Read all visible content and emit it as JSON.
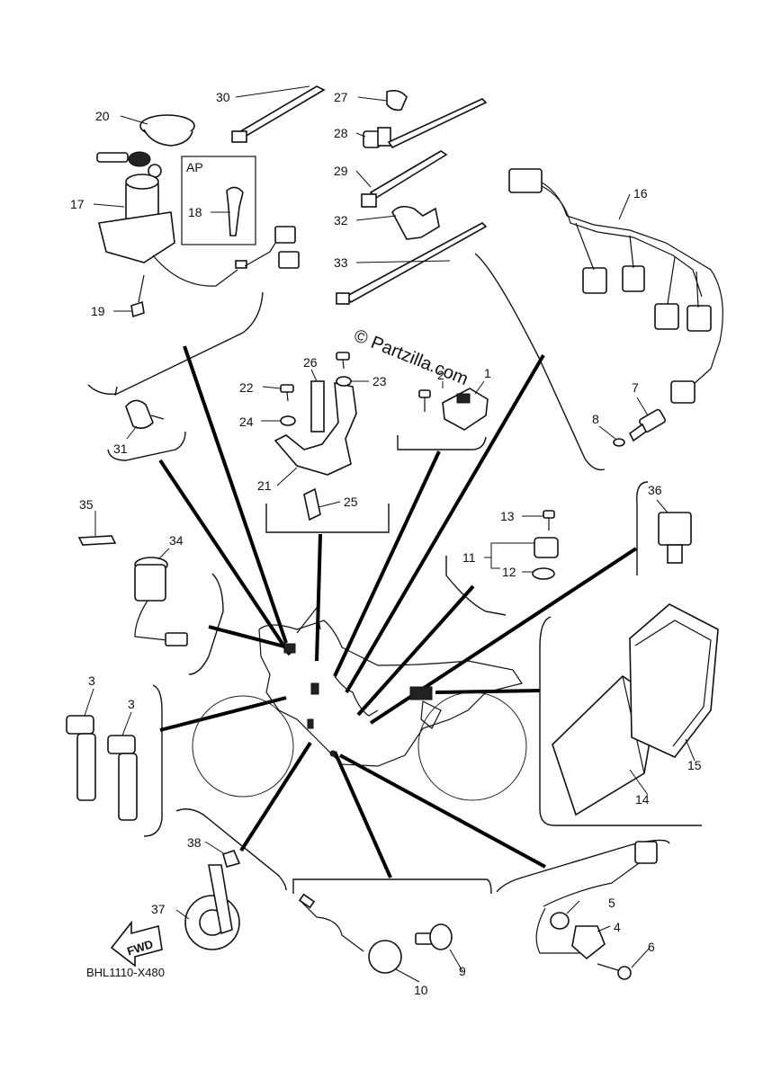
{
  "diagram": {
    "code": "BHL1110-X480",
    "watermark": "© Partzilla.com",
    "ap_box_label": "AP",
    "fwd_label": "FWD",
    "callouts": {
      "c1": "1",
      "c2": "2",
      "c3a": "3",
      "c3b": "3",
      "c4": "4",
      "c5": "5",
      "c6": "6",
      "c7": "7",
      "c8": "8",
      "c9": "9",
      "c10": "10",
      "c11": "11",
      "c12": "12",
      "c13": "13",
      "c14": "14",
      "c15": "15",
      "c16": "16",
      "c17": "17",
      "c18": "18",
      "c19": "19",
      "c20": "20",
      "c21": "21",
      "c22": "22",
      "c23": "23",
      "c24": "24",
      "c25": "25",
      "c26": "26",
      "c27": "27",
      "c28": "28",
      "c29": "29",
      "c30": "30",
      "c31": "31",
      "c32": "32",
      "c33": "33",
      "c34": "34",
      "c35": "35",
      "c36": "36",
      "c37": "37",
      "c38": "38"
    }
  }
}
